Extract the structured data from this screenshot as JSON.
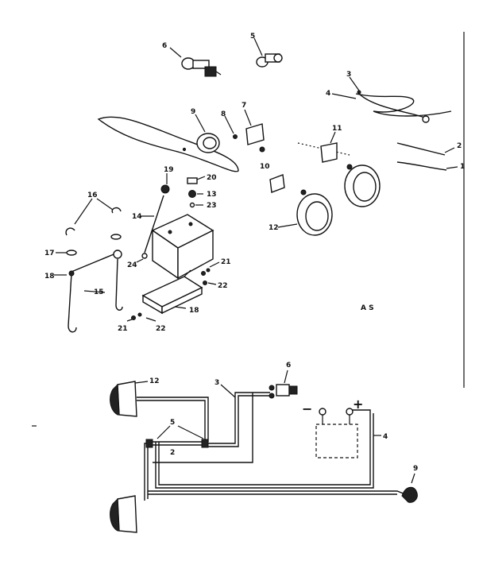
{
  "callouts": {
    "c1": "1",
    "c2": "2",
    "c3": "3",
    "c4": "4",
    "c5": "5",
    "c6": "6",
    "c7": "7",
    "c8": "8",
    "c9": "9",
    "c10": "10",
    "c11": "11",
    "c12": "12",
    "c13": "13",
    "c14": "14",
    "c15": "15",
    "c16": "16",
    "c17": "17",
    "c18": "18",
    "c19": "19",
    "c20": "20",
    "c21a": "21",
    "c21b": "21",
    "c22a": "22",
    "c22b": "22",
    "c23": "23",
    "c24": "24"
  },
  "small_mark": "A S",
  "schematic": {
    "c12": "12",
    "c3": "3",
    "c6": "6",
    "c5": "5",
    "c2": "2",
    "c4": "4",
    "c9": "9",
    "minus": "−",
    "plus": "+"
  }
}
